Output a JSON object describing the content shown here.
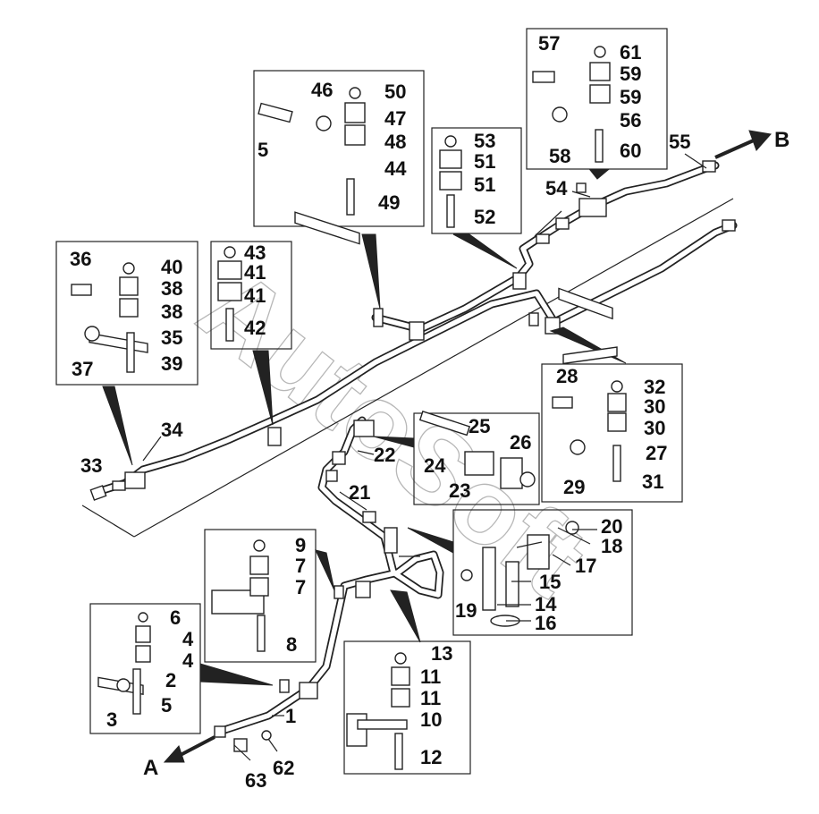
{
  "watermark": "AutoSoft",
  "direction_labels": {
    "a": "A",
    "b": "B"
  },
  "callouts": [
    "1",
    "2",
    "3",
    "4",
    "4",
    "5",
    "5",
    "6",
    "7",
    "7",
    "8",
    "9",
    "10",
    "11",
    "11",
    "12",
    "13",
    "14",
    "15",
    "16",
    "17",
    "18",
    "19",
    "20",
    "21",
    "22",
    "23",
    "24",
    "25",
    "26",
    "27",
    "28",
    "29",
    "30",
    "30",
    "31",
    "32",
    "33",
    "34",
    "35",
    "36",
    "37",
    "38",
    "38",
    "39",
    "40",
    "41",
    "41",
    "42",
    "43",
    "44",
    "46",
    "47",
    "48",
    "49",
    "50",
    "51",
    "51",
    "52",
    "53",
    "54",
    "55",
    "56",
    "57",
    "58",
    "59",
    "59",
    "60",
    "61",
    "62",
    "63"
  ]
}
